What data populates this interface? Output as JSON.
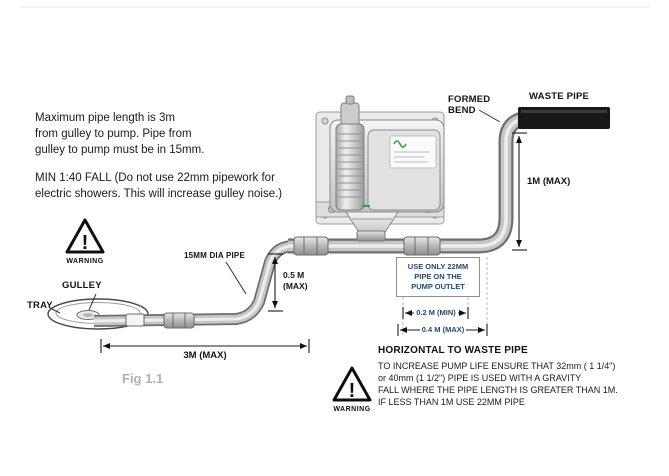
{
  "colors": {
    "navy": "#27496d",
    "fig_gray": "#b1b1b1",
    "logo_green": "#3f9e44",
    "waste_black": "#181818"
  },
  "notes": {
    "pipe_length": [
      "Maximum pipe length is 3m",
      "from gulley to pump. Pipe from",
      "gulley to pump must be in 15mm."
    ],
    "min_fall": [
      "MIN 1:40 FALL (Do not use 22mm pipework for",
      "electric showers. This will increase gulley noise.)"
    ]
  },
  "labels": {
    "warning": "WARNING",
    "warning_mark": "!",
    "gulley": "GULLEY",
    "tray": "TRAY",
    "pipe_dia": "15MM DIA PIPE",
    "formed_bend": [
      "FORMED",
      "BEND"
    ],
    "waste_pipe": "WASTE PIPE",
    "fig": "Fig 1.1"
  },
  "dims": {
    "d05": [
      "0.5 M",
      "(MAX)"
    ],
    "d3m": "3M (MAX)",
    "d1m": "1M (MAX)",
    "d02": "0.2 M (MIN)",
    "d04": "0.4 M (MAX)"
  },
  "outlet_box": [
    "USE ONLY 22MM",
    "PIPE ON THE",
    "PUMP OUTLET"
  ],
  "horizontal": {
    "title": "HORIZONTAL TO WASTE PIPE",
    "lines": [
      "TO INCREASE PUMP LIFE ENSURE THAT 32mm ( 1 1/4\")",
      "or 40mm (1 1/2\") PIPE IS USED WITH A GRAVITY",
      "FALL WHERE THE PIPE LENGTH IS GREATER THAN 1M.",
      "IF LESS THAN 1M USE 22MM PIPE"
    ]
  }
}
